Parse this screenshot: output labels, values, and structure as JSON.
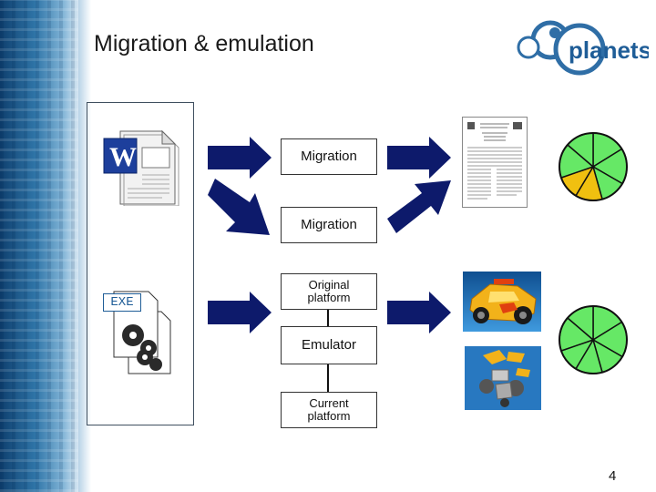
{
  "slide": {
    "title": "Migration & emulation",
    "page_number": "4",
    "logo_text": "planets"
  },
  "labels": {
    "migration_top": "Migration",
    "migration_mid": "Migration",
    "original_platform": "Original platform",
    "emulator": "Emulator",
    "current_platform": "Current platform"
  },
  "icons": {
    "word_doc": "word-document-icon",
    "exe": "EXE",
    "document_pdf": "document-page-thumbnail",
    "race_car": "race-car-image",
    "broken_car": "exploded-car-image",
    "wheel_top": "segmented-wheel-icon",
    "wheel_bottom": "segmented-wheel-icon"
  },
  "colors": {
    "arrow": "#0d1a6b",
    "wheel_green": "#66e866",
    "wheel_yellow": "#f0c010",
    "logo_blue": "#1f5d97"
  }
}
